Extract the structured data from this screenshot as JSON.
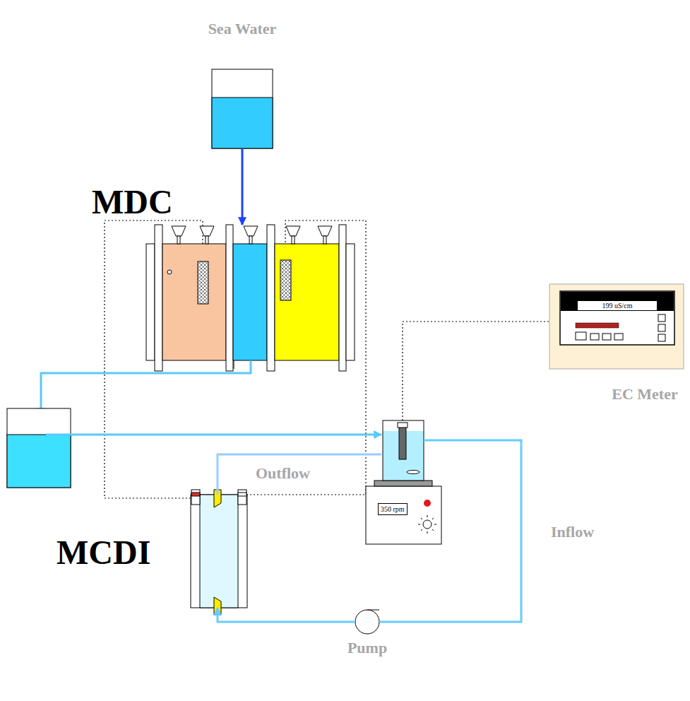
{
  "diagram": {
    "nodes": [
      {
        "text": [
          "Sea Water"
        ]
      },
      {
        "text": [
          "MDC"
        ]
      },
      {
        "text": [
          "199 uS/cm",
          "EC Meter"
        ]
      },
      {
        "text": [
          "350 rpm"
        ]
      },
      {
        "text": [
          "MCDI"
        ]
      },
      {
        "text": [
          "Pump"
        ]
      }
    ],
    "edges": [
      {
        "from": 0,
        "to": 1,
        "arrow": "to"
      },
      {
        "from": 3,
        "to": 2,
        "arrow": "none"
      },
      {
        "from": 4,
        "to": 3,
        "label": "Outflow",
        "arrow": "none"
      },
      {
        "from": 3,
        "to": 5,
        "label": "Inflow",
        "arrow": "none"
      },
      {
        "from": 5,
        "to": 4,
        "arrow": "to"
      }
    ]
  }
}
